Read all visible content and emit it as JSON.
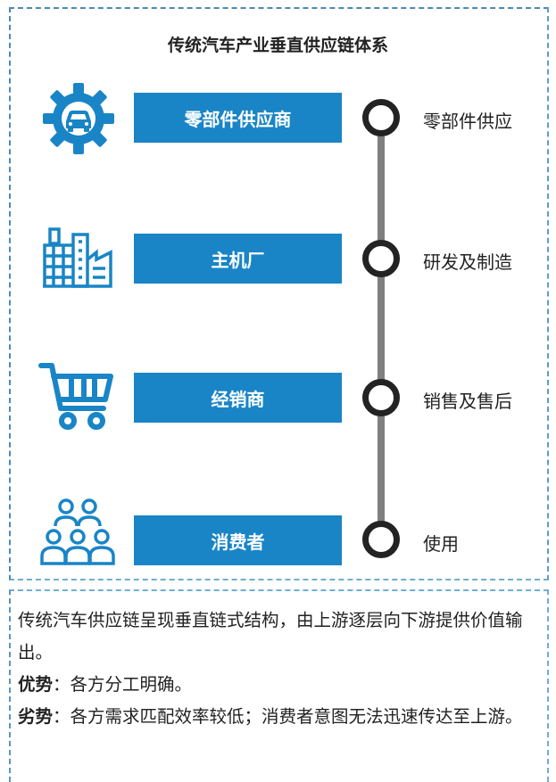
{
  "title": "传统汽车产业垂直供应链体系",
  "colors": {
    "accent": "#1985c6",
    "line": "#808080",
    "node": "#232323",
    "border": "#4b8ab8"
  },
  "tiers": [
    {
      "icon": "gear-car-icon",
      "label": "零部件供应商",
      "stage": "零部件供应"
    },
    {
      "icon": "factory-icon",
      "label": "主机厂",
      "stage": "研发及制造"
    },
    {
      "icon": "shopping-cart-icon",
      "label": "经销商",
      "stage": "销售及售后"
    },
    {
      "icon": "people-group-icon",
      "label": "消费者",
      "stage": "使用"
    }
  ],
  "description": {
    "intro": "传统汽车供应链呈现垂直链式结构，由上游逐层向下游提供价值输出。",
    "advantage_label": "优势",
    "advantage_text": "：各方分工明确。",
    "disadvantage_label": "劣势",
    "disadvantage_text": "：各方需求匹配效率较低；消费者意图无法迅速传达至上游。"
  }
}
